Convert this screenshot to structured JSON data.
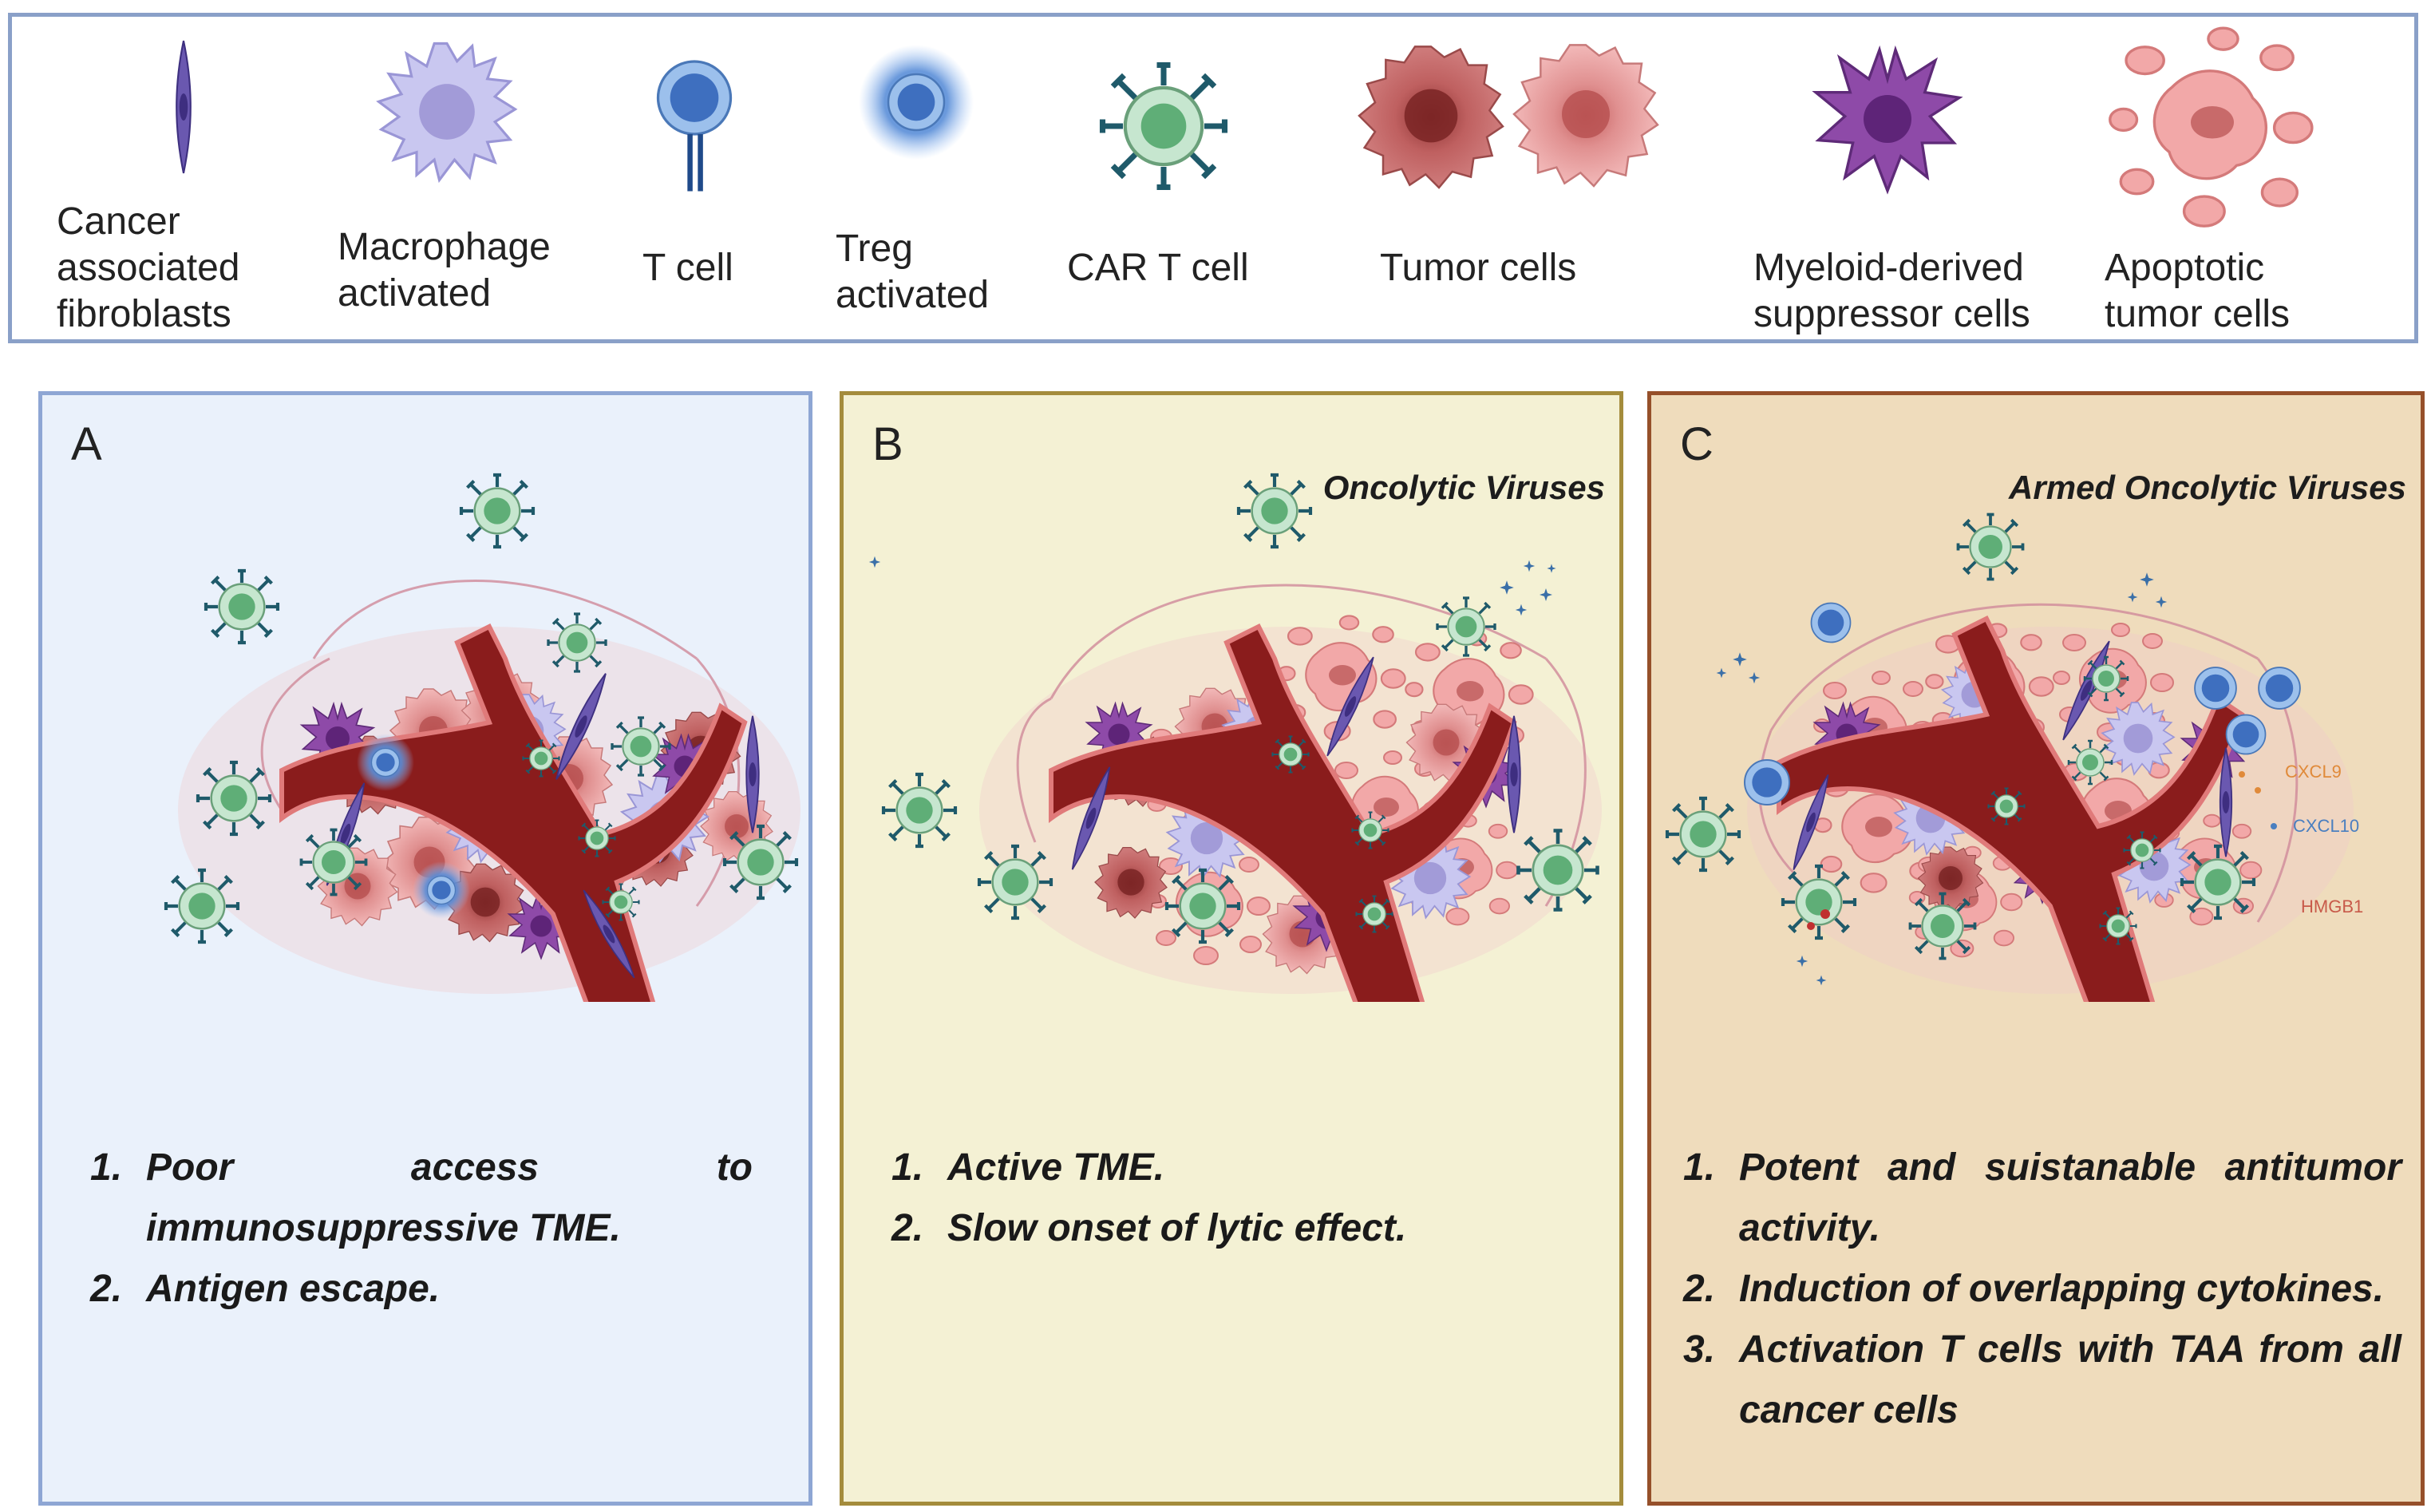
{
  "legend": {
    "items": [
      {
        "label": "Cancer associated fibroblasts",
        "icon": "fibroblast-icon"
      },
      {
        "label": "Macrophage activated",
        "icon": "macrophage-icon"
      },
      {
        "label": "T cell",
        "icon": "t-cell-icon"
      },
      {
        "label": "Treg activated",
        "icon": "treg-icon"
      },
      {
        "label": "CAR T cell",
        "icon": "car-t-cell-icon"
      },
      {
        "label": "Tumor cells",
        "icon": "tumor-cell-icon"
      },
      {
        "label": "Myeloid-derived suppressor cells",
        "icon": "mdsc-icon"
      },
      {
        "label": "Apoptotic tumor cells",
        "icon": "apoptotic-cell-icon"
      }
    ]
  },
  "panels": {
    "a": {
      "letter": "A",
      "subtitle": "",
      "points": [
        "Poor access to immunosuppressive TME.",
        "Antigen escape."
      ]
    },
    "b": {
      "letter": "B",
      "subtitle": "Oncolytic Viruses",
      "points": [
        "Active TME.",
        "Slow onset of lytic effect."
      ]
    },
    "c": {
      "letter": "C",
      "subtitle": "Armed Oncolytic Viruses",
      "points": [
        "Potent and suistanable antitumor activity.",
        "Induction of overlapping cytokines.",
        "Activation T cells with TAA from all cancer cells"
      ],
      "cytokines": [
        {
          "label": "CXCL9",
          "color": "#e08a3a"
        },
        {
          "label": "CXCL10",
          "color": "#4a7fc0"
        },
        {
          "label": "HMGB1",
          "color": "#c85a4a"
        }
      ]
    }
  },
  "colors": {
    "panel_a_bg": "#eaf1fb",
    "panel_b_bg": "#f4f1d4",
    "panel_c_bg": "#efdcbc",
    "vessel": "#7a1a1a",
    "car_t": "#8cc79a",
    "tumor": "#e8a0a0",
    "mdsc": "#7c3e9a",
    "macrophage": "#b4b4e8",
    "t_cell": "#3c6eb8"
  }
}
